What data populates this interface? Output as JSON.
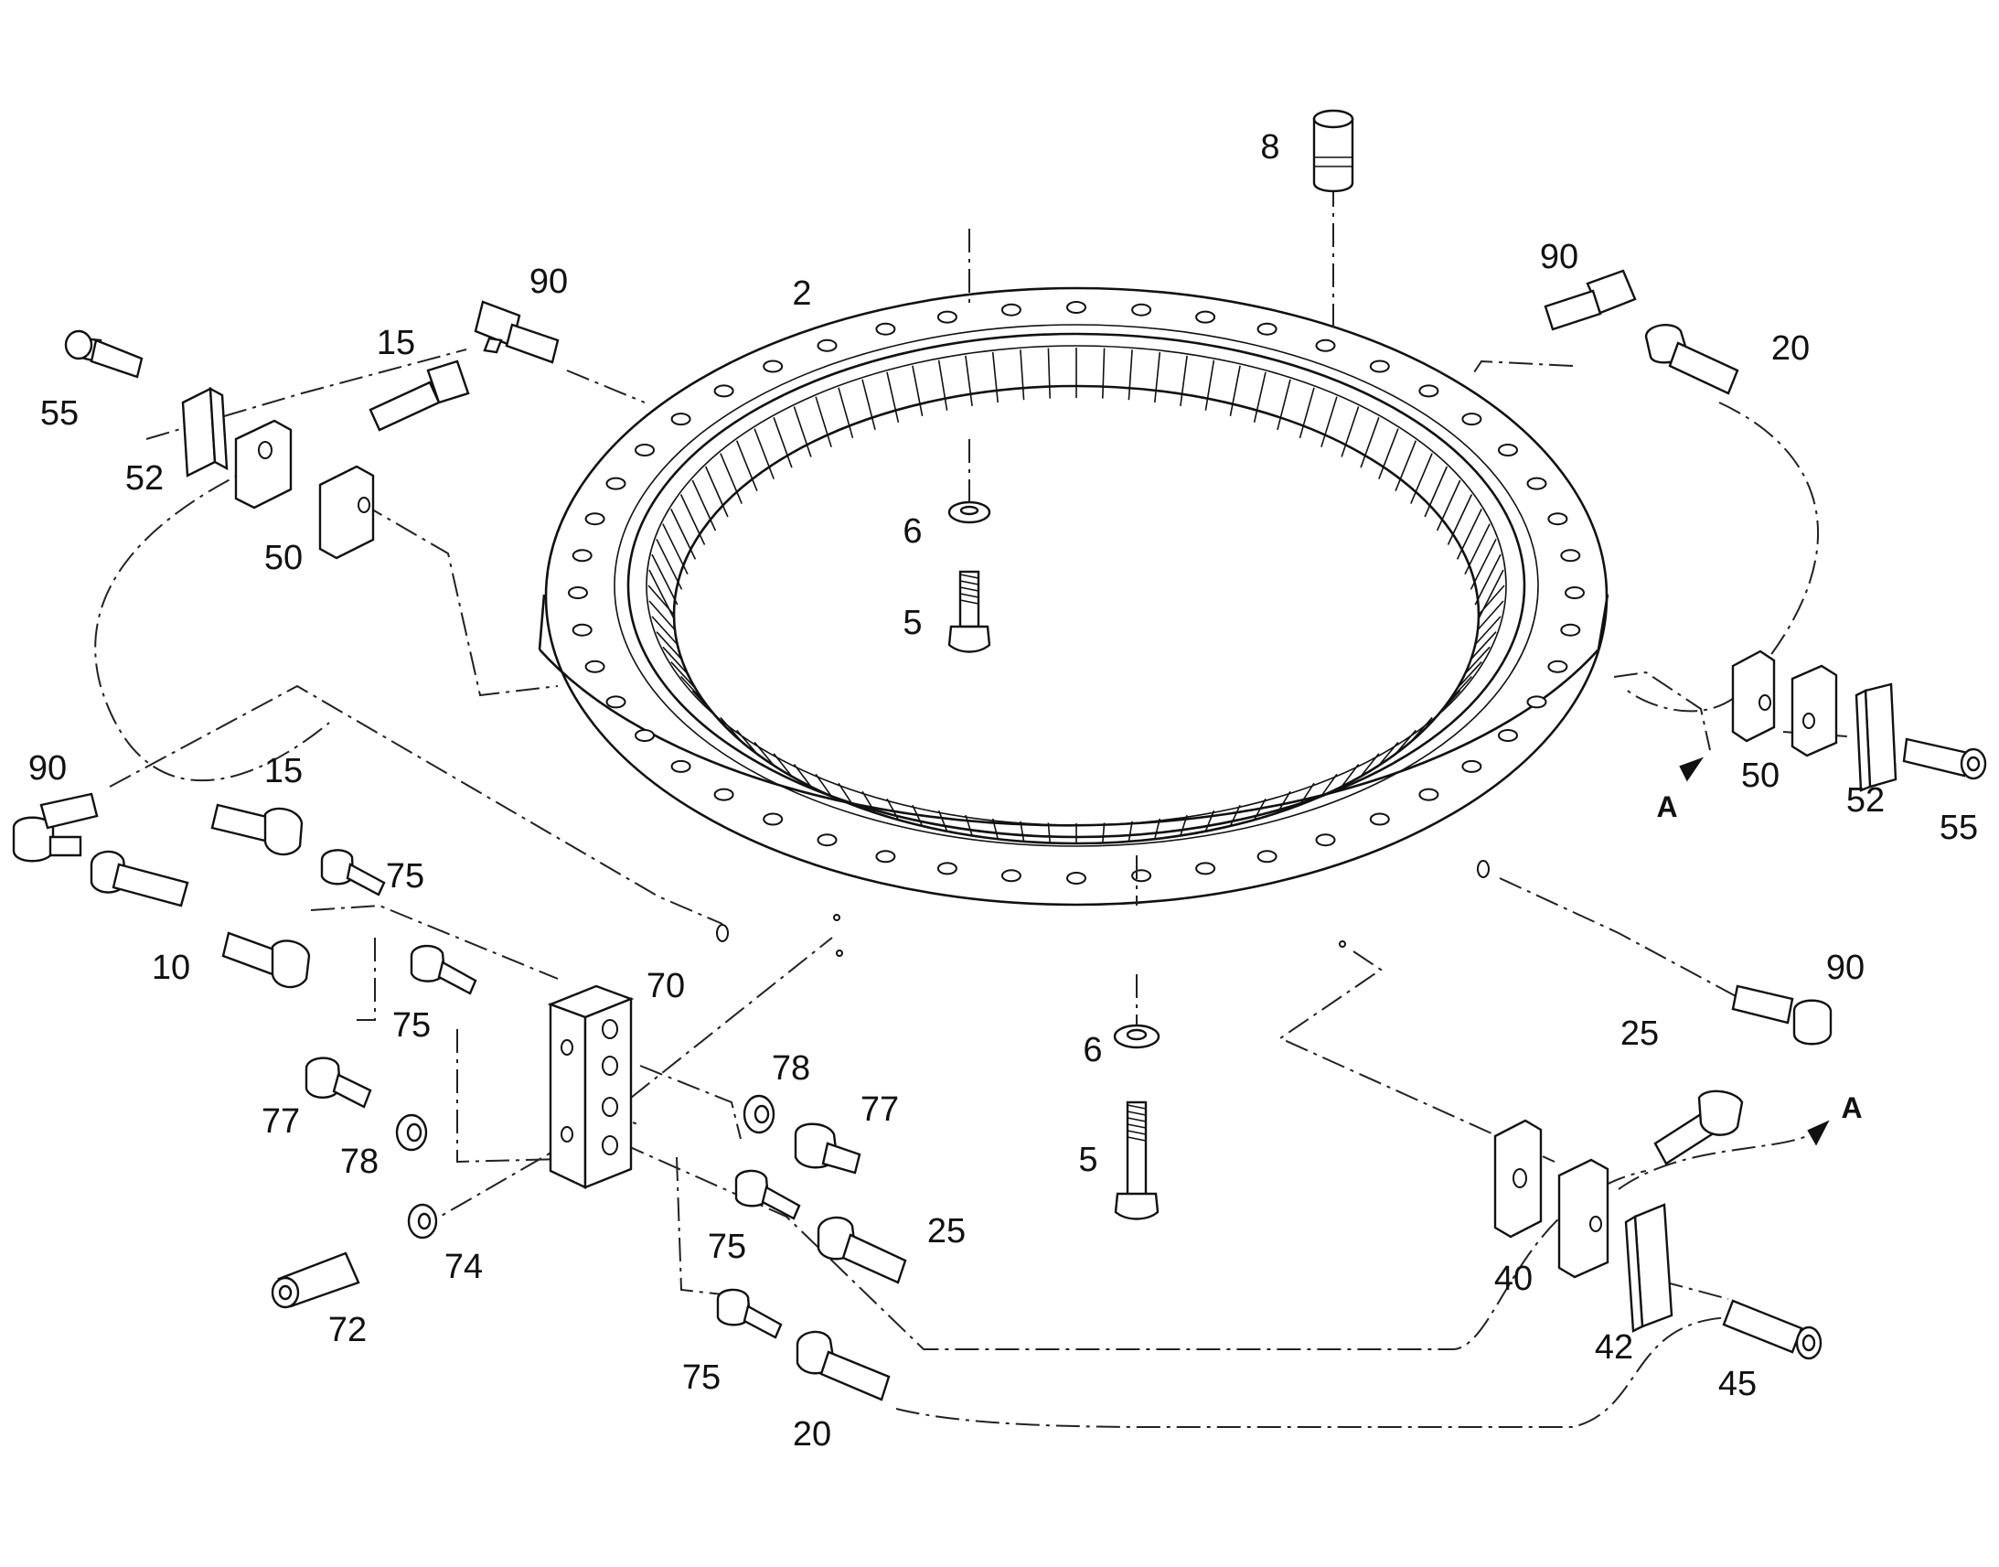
{
  "callouts": {
    "c2": "2",
    "c8": "8",
    "c90_tl": "90",
    "c90_tr": "90",
    "c90_l": "90",
    "c90_r": "90",
    "c15_t": "15",
    "c15_l": "15",
    "c55_l": "55",
    "c55_r": "55",
    "c52_l": "52",
    "c52_r": "52",
    "c50_l": "50",
    "c50_r": "50",
    "c20_tr": "20",
    "c20_b": "20",
    "c6_t": "6",
    "c6_b": "6",
    "c5_t": "5",
    "c5_b": "5",
    "c10": "10",
    "c75_a": "75",
    "c75_b": "75",
    "c75_c": "75",
    "c75_d": "75",
    "c70": "70",
    "c78_a": "78",
    "c78_b": "78",
    "c77_a": "77",
    "c77_b": "77",
    "c25_a": "25",
    "c25_b": "25",
    "c74": "74",
    "c72": "72",
    "c40": "40",
    "c42": "42",
    "c45": "45",
    "cA_r": "A",
    "cA_b": "A"
  }
}
